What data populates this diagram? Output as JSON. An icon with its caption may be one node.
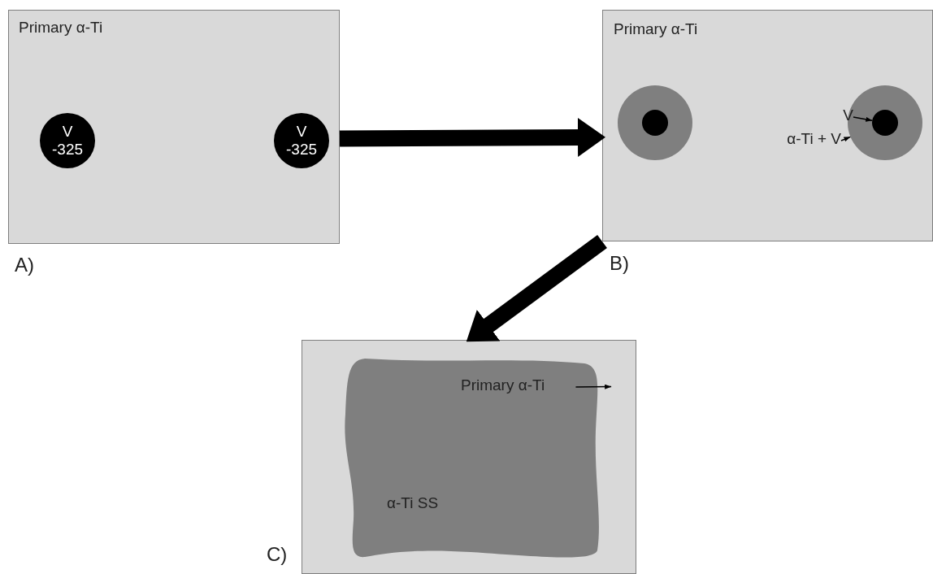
{
  "diagram": {
    "nodes": [
      {
        "text": [
          "Primary α-Ti"
        ],
        "beside": [
          "A)"
        ]
      },
      {
        "text": [
          "V -325"
        ],
        "in": 0
      },
      {
        "text": [
          "V -325"
        ],
        "in": 0
      },
      {
        "text": [
          "Primary α-Ti"
        ],
        "beside": [
          "B)"
        ]
      },
      {
        "text": [],
        "shape": "circle",
        "in": 3
      },
      {
        "text": [],
        "shape": "circle",
        "in": 4
      },
      {
        "text": [],
        "shape": "circle",
        "in": 3
      },
      {
        "text": [],
        "shape": "circle",
        "in": 6
      },
      {
        "text": [
          "V"
        ],
        "in": 3
      },
      {
        "text": [
          "α-Ti + V"
        ],
        "in": 3
      },
      {
        "text": [],
        "shape": "box",
        "beside": [
          "C)"
        ]
      },
      {
        "text": [
          "α-Ti SS"
        ],
        "in": 10
      },
      {
        "text": [
          "Primary α-Ti"
        ],
        "in": 11
      }
    ],
    "edges": [
      {
        "from": 0,
        "to": 3,
        "arrow": "to",
        "style": "thick"
      },
      {
        "from": 3,
        "to": 10,
        "arrow": "to",
        "style": "thick"
      },
      {
        "from": 8,
        "to": 7,
        "arrow": "to"
      },
      {
        "from": 9,
        "to": 6,
        "arrow": "to"
      },
      {
        "from": 12,
        "to": 10,
        "arrow": "to"
      }
    ]
  }
}
